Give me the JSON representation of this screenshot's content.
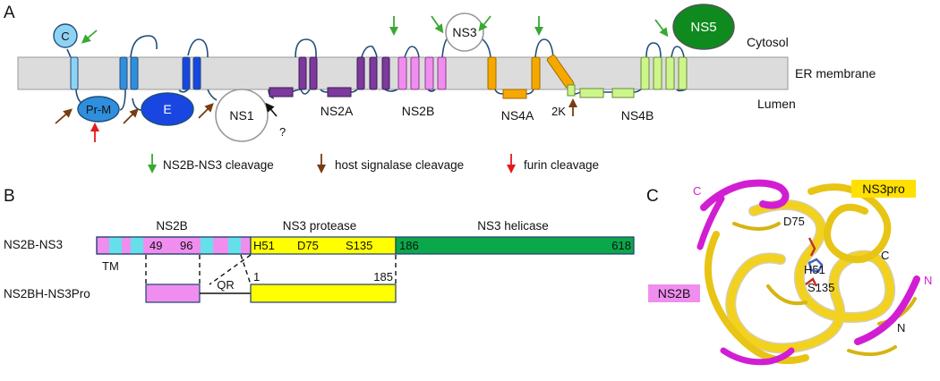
{
  "panels": {
    "a": "A",
    "b": "B",
    "c": "C"
  },
  "panel_a": {
    "compartments": {
      "cytosol": "Cytosol",
      "membrane": "ER membrane",
      "lumen": "Lumen"
    },
    "proteins": {
      "c": "C",
      "prm": "Pr-M",
      "e": "E",
      "ns1": "NS1",
      "ns2a": "NS2A",
      "ns2b": "NS2B",
      "ns3": "NS3",
      "ns4a": "NS4A",
      "k2": "2K",
      "ns4b": "NS4B",
      "ns5": "NS5"
    },
    "unknown_cleavage": "?",
    "legend": [
      {
        "label": "NS2B-NS3 cleavage",
        "color": "#3aa832"
      },
      {
        "label": "host signalase cleavage",
        "color": "#7a3b10"
      },
      {
        "label": "furin cleavage",
        "color": "#e31a1c"
      }
    ]
  },
  "panel_b": {
    "construct1": {
      "name": "NS2B-NS3",
      "tm": "TM",
      "pos49": "49",
      "pos96": "96",
      "residues": [
        "H51",
        "D75",
        "S135"
      ],
      "pos186": "186",
      "pos618": "618"
    },
    "headers": {
      "ns2b": "NS2B",
      "protease": "NS3 protease",
      "helicase": "NS3 helicase"
    },
    "construct2": {
      "name": "NS2BH-NS3Pro",
      "linker": "QR",
      "pos1": "1",
      "pos185": "185"
    }
  },
  "panel_c": {
    "ns3pro": "NS3pro",
    "ns2b": "NS2B",
    "labels": {
      "d75": "D75",
      "h51": "H51",
      "s135": "S135",
      "c_ns3": "C",
      "n_ns3": "N",
      "c_ns2b": "C",
      "n_ns2b": "N"
    }
  },
  "colors": {
    "membrane": "#dcdcdc",
    "capsid_light_blue": "#8fd3f4",
    "prm_blue": "#2f8fde",
    "e_blue": "#1946e0",
    "ns2a_purple": "#7b3a9c",
    "ns2b_pink": "#f08ef0",
    "ns4a_orange": "#f5a800",
    "ns4b_lime": "#ccf58a",
    "ns5_green": "#0f8a1e",
    "tm_cyan": "#66e0e8",
    "protease_yellow": "#ffff00",
    "helicase_green": "#0aa84a",
    "ribbon_yellow": "#f2d21e",
    "ribbon_magenta": "#d21ed2"
  }
}
